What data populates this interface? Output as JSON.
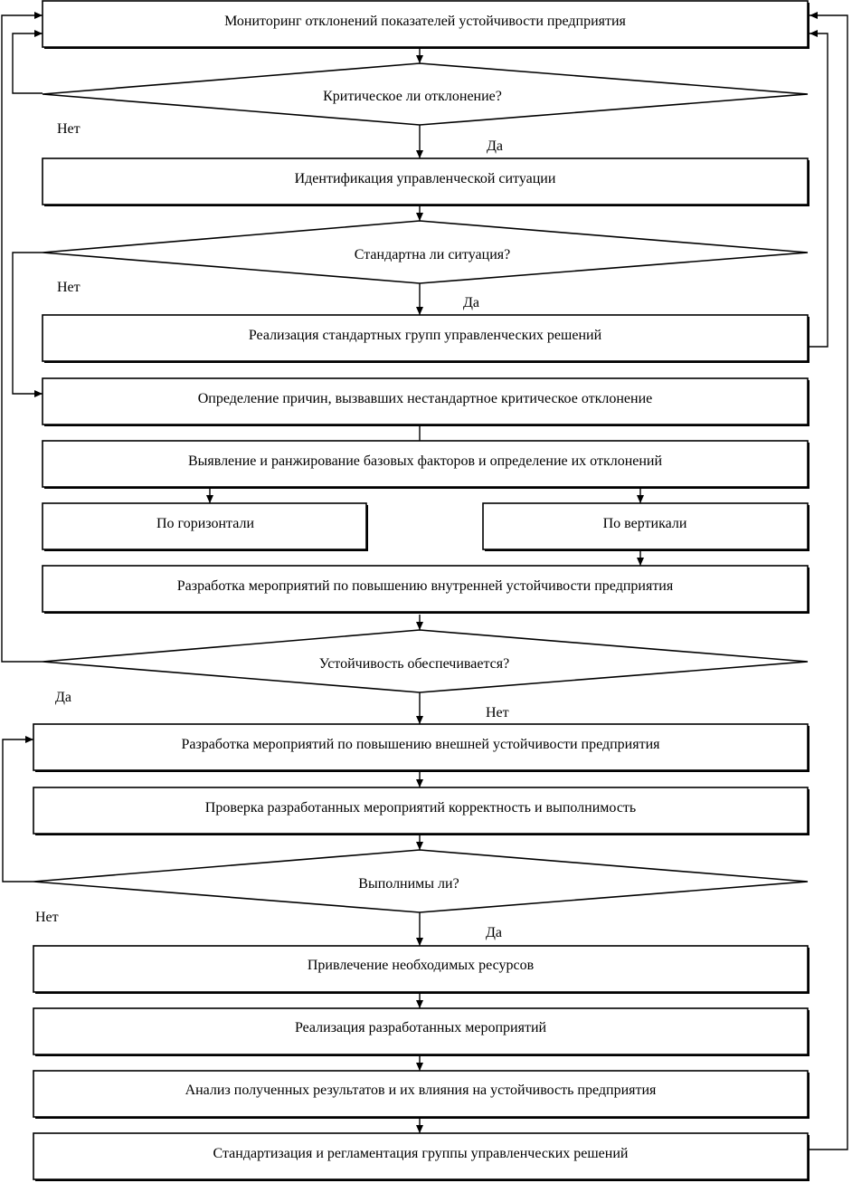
{
  "steps": {
    "monitoring": "Мониторинг отклонений показателей устойчивости предприятия",
    "q_critical": "Критическое ли отклонение?",
    "identification": "Идентификация управленческой ситуации",
    "q_standard": "Стандартна ли ситуация?",
    "standard_solutions": "Реализация стандартных групп управленческих решений",
    "causes": "Определение причин, вызвавших нестандартное критическое отклонение",
    "factors": "Выявление и ранжирование базовых факторов и определение их отклонений",
    "horizontal": "По горизонтали",
    "vertical": "По вертикали",
    "internal_measures": "Разработка мероприятий по повышению внутренней устойчивости предприятия",
    "q_stability": "Устойчивость обеспечивается?",
    "external_measures": "Разработка мероприятий по повышению внешней устойчивости предприятия",
    "check": "Проверка разработанных мероприятий корректность и выполнимость",
    "q_feasible": "Выполнимы ли?",
    "resources": "Привлечение необходимых ресурсов",
    "implementation": "Реализация разработанных мероприятий",
    "analysis": "Анализ полученных результатов и их влияния на устойчивость предприятия",
    "standardization": "Стандартизация и регламентация группы управленческих решений"
  },
  "labels": {
    "yes": "Да",
    "no": "Нет"
  }
}
